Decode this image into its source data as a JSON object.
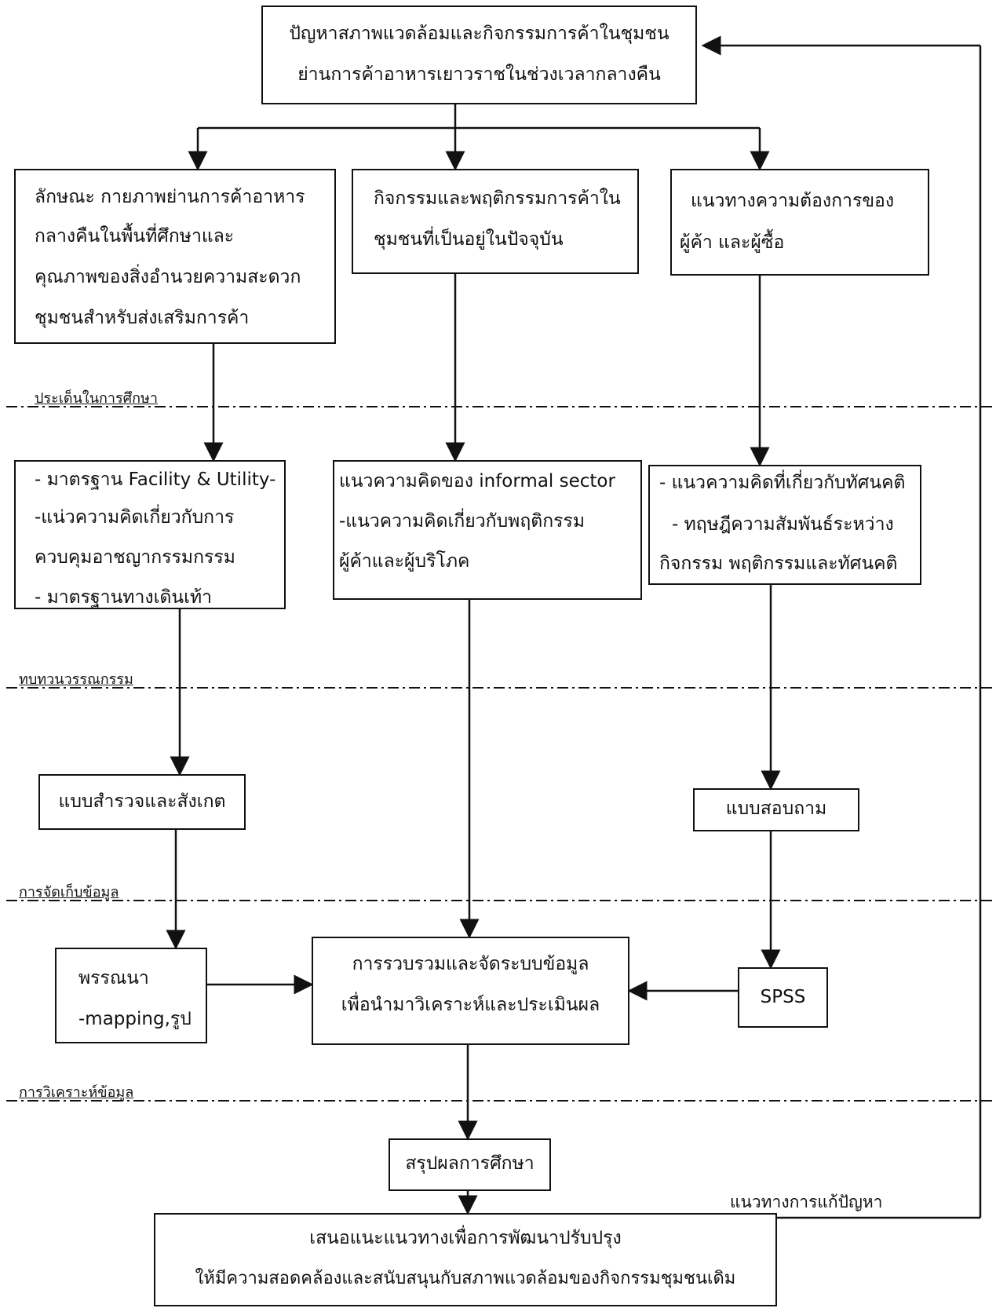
{
  "diagram": {
    "top": {
      "line1": "ปัญหาสภาพแวดล้อมและกิจกรรมการค้าในชุมชน",
      "line2": "ย่านการค้าอาหารเยาวราชในช่วงเวลากลางคืน"
    },
    "issues": {
      "left": {
        "l1": "ลักษณะ กายภาพย่านการค้าอาหาร",
        "l2": "กลางคืนในพื้นที่ศึกษาและ",
        "l3": "คุณภาพของสิ่งอำนวยความสะดวก",
        "l4": "ชุมชนสำหรับส่งเสริมการค้า"
      },
      "mid": {
        "l1": "กิจกรรมและพฤติกรรมการค้าใน",
        "l2": "ชุมชนที่เป็นอยู่ในปัจจุบัน"
      },
      "right": {
        "l1": "แนวทางความต้องการของ",
        "l2": "ผู้ค้า และผู้ซื้อ"
      }
    },
    "sections": {
      "s1": "ประเด็นในการศึกษา",
      "s2": "ทบทวนวรรณกรรม",
      "s3": "การจัดเก็บข้อมูล",
      "s4": "การวิเคราะห์ข้อมูล"
    },
    "review": {
      "left": {
        "l1": "- มาตรฐาน Facility & Utility-",
        "l2": "-แน่วความคิดเกี่ยวกับการ",
        "l3": "ควบคุมอาชญากรรมกรรม",
        "l4": "- มาตรฐานทางเดินเท้า"
      },
      "mid": {
        "l1": "แนวความคิดของ informal sector",
        "l2": "-แนวความคิดเกี่ยวกับพฤติกรรม",
        "l3": "ผู้ค้าและผู้บริโภค"
      },
      "right": {
        "l1": "- แนวความคิดที่เกี่ยวกับทัศนคติ",
        "l2": "- ทฤษฎีความสัมพันธ์ระหว่าง",
        "l3": "กิจกรรม พฤติกรรมและทัศนคติ"
      }
    },
    "survey": "แบบสำรวจและสังเกต",
    "questionnaire": "แบบสอบถาม",
    "describe": {
      "l1": "พรรณนา",
      "l2": "-mapping,รูป"
    },
    "compile": {
      "l1": "การรวบรวมและจัดระบบข้อมูล",
      "l2": "เพื่อนำมาวิเคราะห์และประเมินผล"
    },
    "spss": "SPSS",
    "summary": "สรุปผลการศึกษา",
    "solution_label": "แนวทางการแก้ปัญหา",
    "final": {
      "l1": "เสนอแนะแนวทางเพื่อการพัฒนาปรับปรุง",
      "l2": "ให้มีความสอดคล้องและสนับสนุนกับสภาพแวดล้อมของกิจกรรมชุมชนเดิม"
    }
  }
}
